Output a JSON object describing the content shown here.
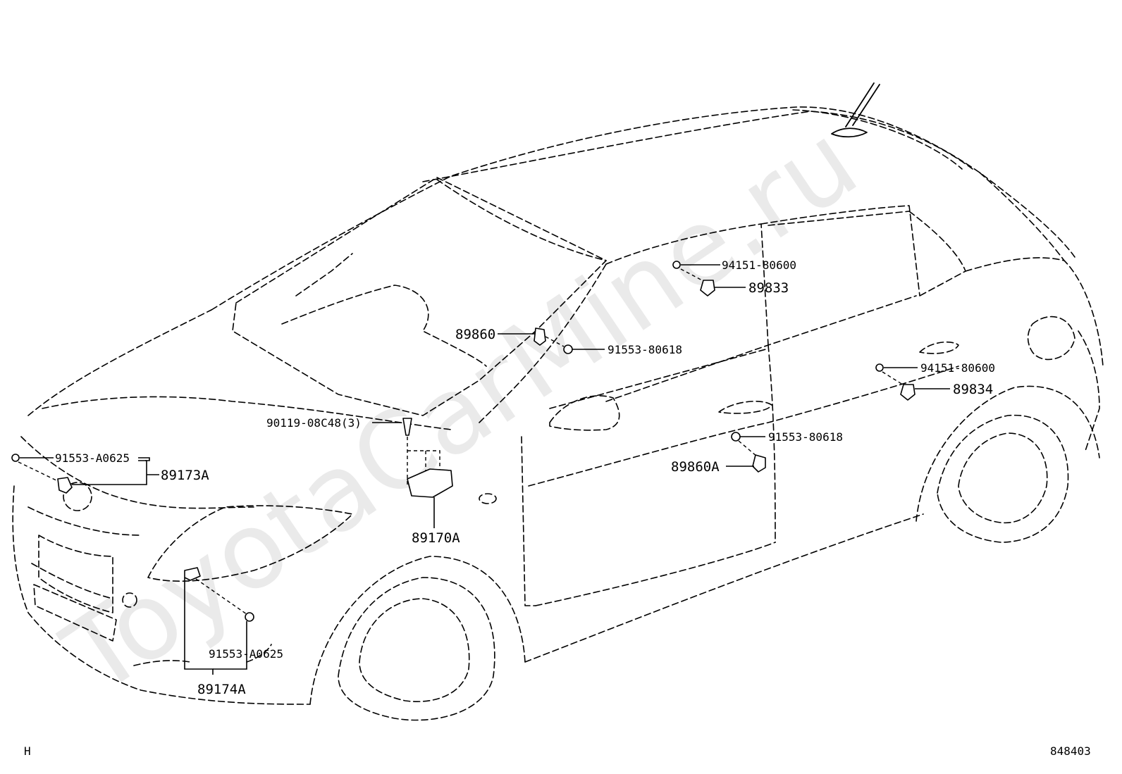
{
  "watermark": "ToyotaCarMine.ru",
  "corner_left": "H",
  "corner_right": "848403",
  "labels": {
    "p94151_top": "94151-80600",
    "p89833": "89833",
    "p89860": "89860",
    "p91553_80618_top": "91553-80618",
    "p94151_right": "94151-80600",
    "p89834": "89834",
    "p90119": "90119-08C48(3)",
    "p91553_a0625_top": "91553-A0625",
    "p89173a": "89173A",
    "p91553_80618_mid": "91553-80618",
    "p89860a": "89860A",
    "p89170a": "89170A",
    "p91553_a0625_bottom": "91553-A0625",
    "p89174a": "89174A"
  }
}
